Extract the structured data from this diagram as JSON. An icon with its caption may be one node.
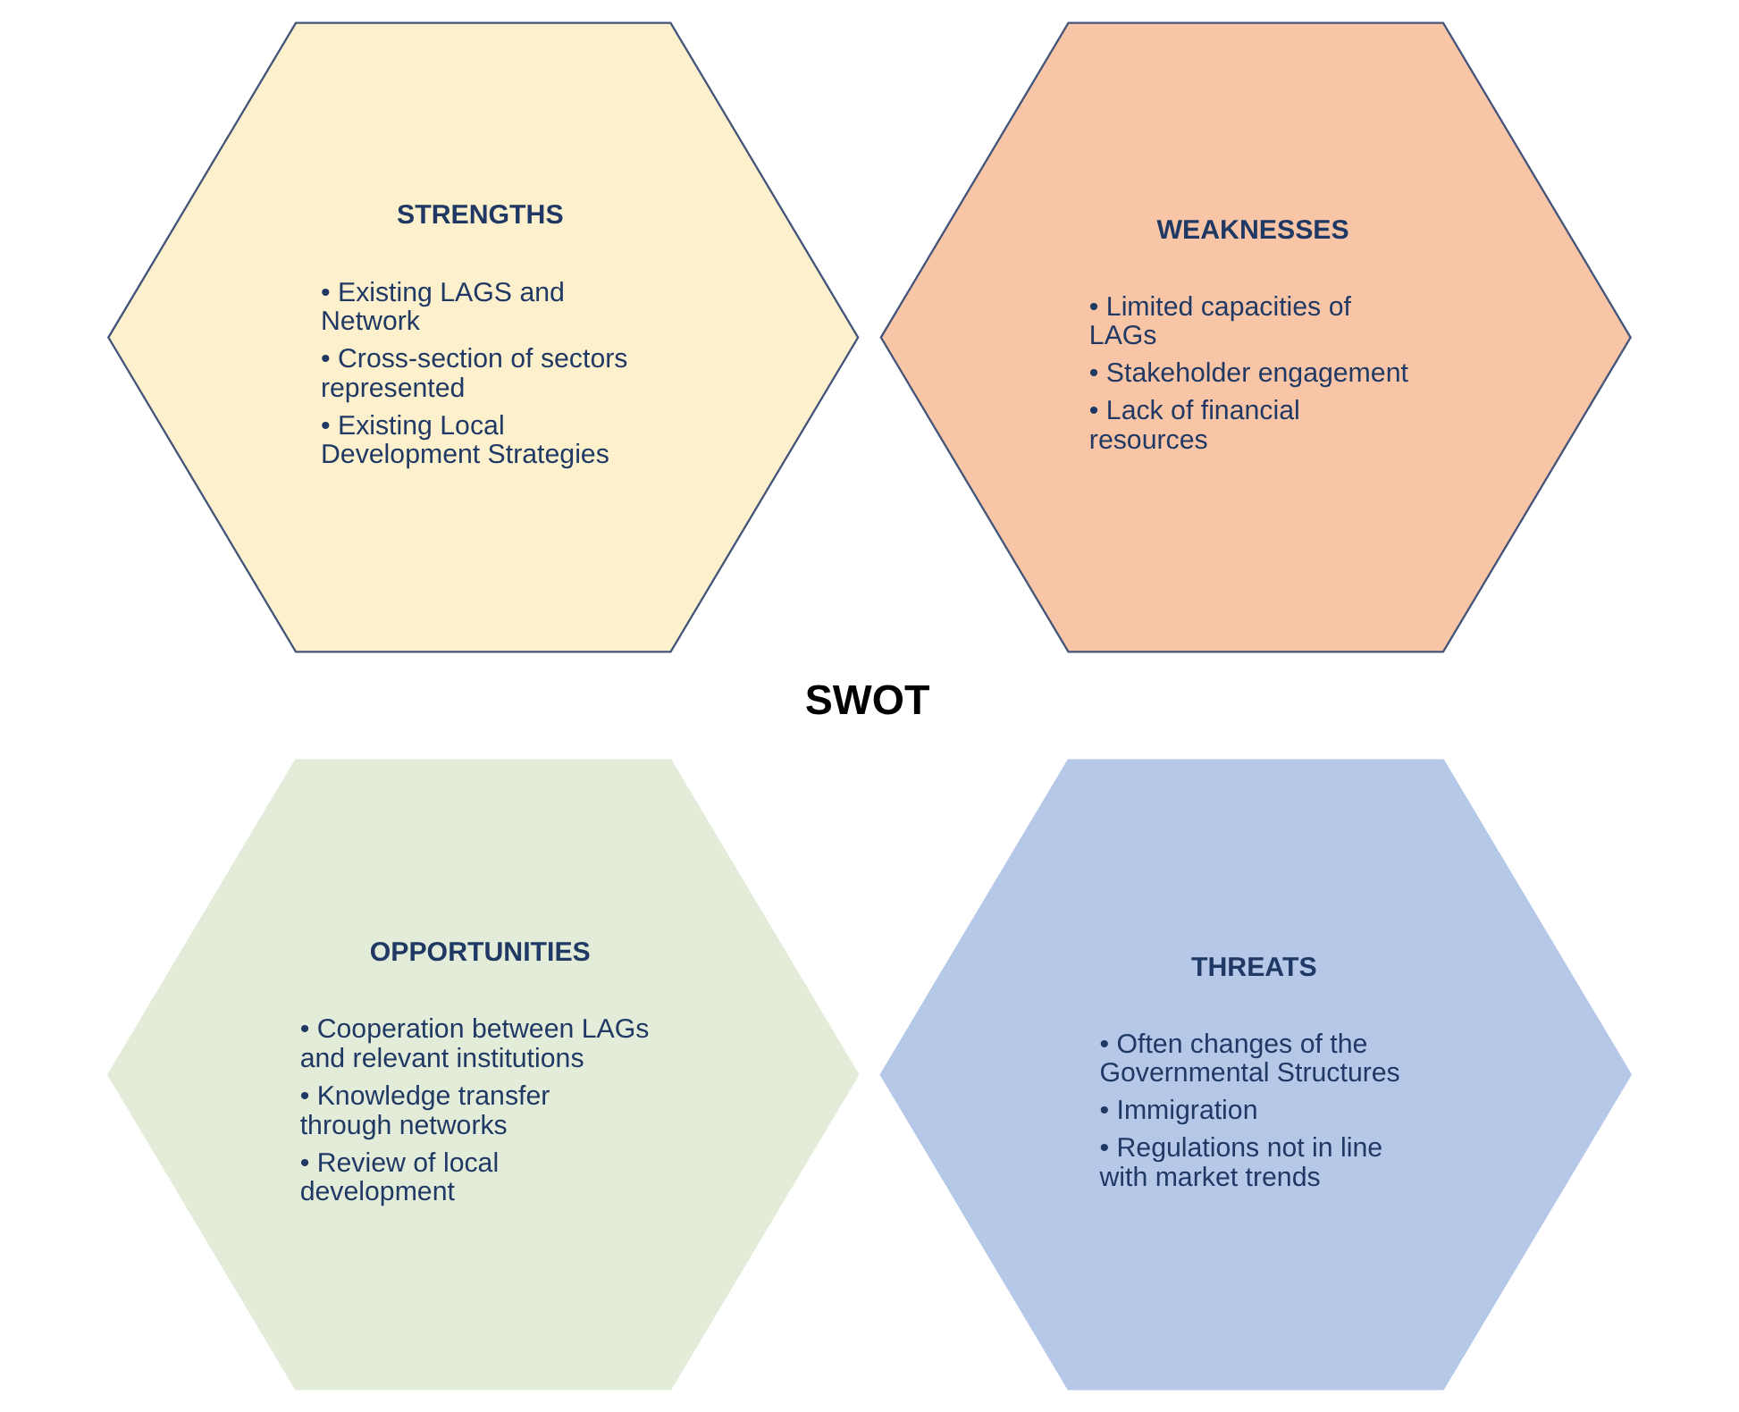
{
  "diagram": {
    "nodes": [
      {
        "text": [
          "STRENGTHS",
          "• Existing LAGS and Network",
          "• Cross-section of sectors represented",
          "• Existing Local Development Strategies"
        ]
      },
      {
        "text": [
          "WEAKNESSES",
          "• Limited capacities of LAGs",
          "• Stakeholder engagement",
          "• Lack of financial resources"
        ]
      },
      {
        "text": [
          "OPPORTUNITIES",
          "• Cooperation between LAGs and relevant institutions",
          "• Knowledge transfer through networks",
          "• Review of local development"
        ]
      },
      {
        "text": [
          "THREATS",
          "• Often changes of the Governmental Structures",
          "• Immigration",
          "• Regulations not in line with market trends"
        ]
      }
    ],
    "labels": [
      "SWOT"
    ]
  }
}
